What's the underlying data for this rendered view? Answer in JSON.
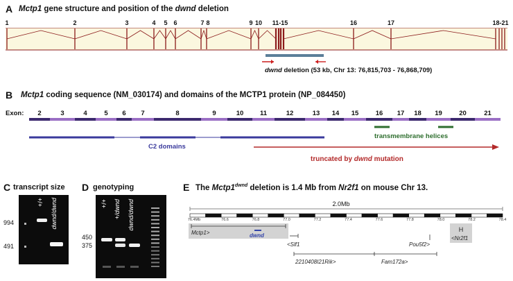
{
  "panelA": {
    "label": "A",
    "title_gene": "Mctp1",
    "title_mid": " gene structure and position of the ",
    "title_dwnd": "dwnd",
    "title_end": " deletion",
    "exon_labels": [
      "1",
      "2",
      "3",
      "4",
      "5",
      "6",
      "7",
      "8",
      "9",
      "10",
      "11-15",
      "16",
      "17",
      "18-21"
    ],
    "deletion_caption_italic": "dwnd",
    "deletion_caption": " deletion (53 kb, Chr 13: 76,815,703 - 76,868,709)",
    "colors": {
      "band": "#fbf7df",
      "line": "#8b1a1a",
      "deletion": "#5b7f99",
      "arrow": "#cc1d1d"
    }
  },
  "panelB": {
    "label": "B",
    "title_gene": "Mctp1",
    "title_rest": " coding sequence (NM_030174) and domains of the MCTP1 protein (NP_084450)",
    "exon_prefix": "Exon:",
    "exons": [
      "2",
      "3",
      "4",
      "5",
      "6",
      "7",
      "8",
      "9",
      "10",
      "11",
      "12",
      "13",
      "14",
      "15",
      "16",
      "17",
      "18",
      "19",
      "20",
      "21"
    ],
    "c2_label": "C2 domains",
    "tm_label": "transmembrane helices",
    "trunc_label_pre": "truncated by ",
    "trunc_label_italic": "dwnd",
    "trunc_label_post": " mutation",
    "colors": {
      "bar_dark": "#3d2a6f",
      "bar_light": "#9a6fc4",
      "c2": "#3a3a9c",
      "tm": "#2e6e2e",
      "trunc": "#b32a2a"
    }
  },
  "panelC": {
    "label": "C",
    "title": "transcript size",
    "marker_labels": [
      "994",
      "491"
    ],
    "lanes": [
      "+/+",
      "dwnd/dwnd"
    ]
  },
  "panelD": {
    "label": "D",
    "title": "genotyping",
    "marker_labels": [
      "450",
      "375"
    ],
    "lanes": [
      "+/+",
      "+/dwnd",
      "dwnd/dwnd"
    ]
  },
  "panelE": {
    "label": "E",
    "title_pre": "The ",
    "title_gene": "Mctp1",
    "title_sup": "dwnd",
    "title_post": " deletion is 1.4 Mb from ",
    "title_nr": "Nr2f1",
    "title_end": " on mouse Chr 13.",
    "scale_label": "2.0Mb",
    "ticks": [
      "76.4Mb",
      "76.6",
      "76.8",
      "77.0",
      "77.2",
      "77.4",
      "77.6",
      "77.8",
      "78.0",
      "78.2",
      "78.4"
    ],
    "genes": [
      "Mctp1>",
      "dwnd",
      "<Slf1",
      "2210408I21Rik>",
      "Pou5f2>",
      "Fam172a>",
      "<Nr2f1",
      "H"
    ],
    "colors": {
      "gene_box": "#d3d3d3",
      "dwnd": "#3344aa"
    }
  }
}
